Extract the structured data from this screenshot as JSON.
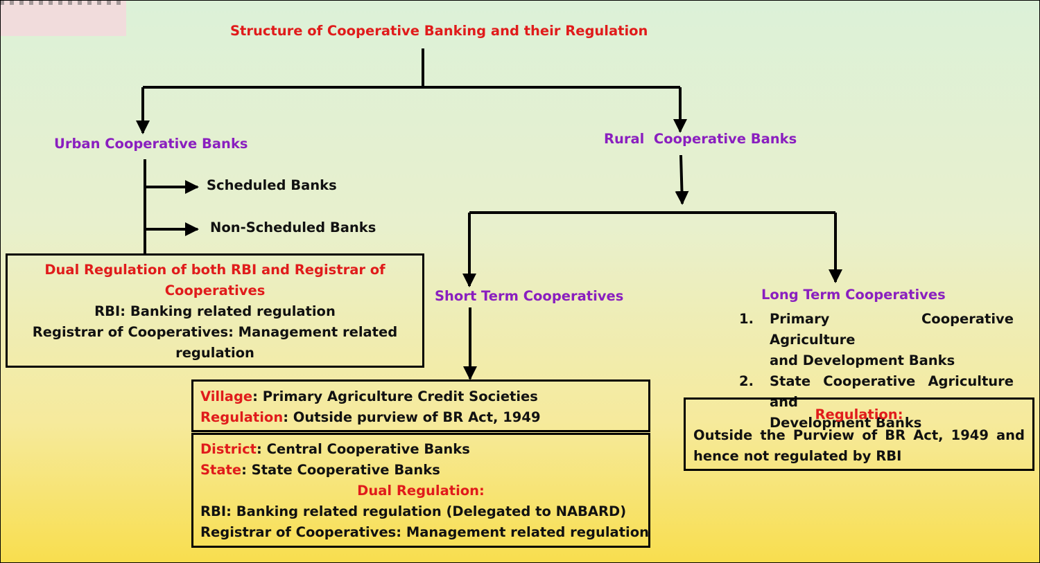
{
  "title": "Structure of Cooperative Banking and their Regulation",
  "urban": {
    "label": "Urban Cooperative Banks",
    "types": [
      "Scheduled Banks",
      "Non-Scheduled Banks"
    ],
    "box": {
      "heading": "Dual Regulation of both RBI and Registrar of Cooperatives",
      "heading_lines": [
        "Dual Regulation of both RBI and Registrar of",
        "Cooperatives"
      ],
      "line1": "RBI: Banking related regulation",
      "line2_lines": [
        "Registrar of Cooperatives: Management related",
        "regulation"
      ]
    }
  },
  "rural": {
    "label": "Rural  Cooperative Banks",
    "short_term": {
      "label": "Short Term Cooperatives",
      "village_box": {
        "village_key": "Village",
        "village_value": ": Primary Agriculture Credit Societies",
        "regulation_key": "Regulation",
        "regulation_value": ": Outside purview of BR Act, 1949"
      },
      "district_box": {
        "district_key": "District",
        "district_value": ": Central Cooperative Banks",
        "state_key": "State",
        "state_value": ": State Cooperative Banks",
        "dual_heading": "Dual Regulation:",
        "rbi_line": "RBI: Banking related regulation (Delegated to NABARD)",
        "registrar_line": "Registrar of Cooperatives: Management related regulation"
      }
    },
    "long_term": {
      "label": "Long Term Cooperatives",
      "items": [
        {
          "num": "1.",
          "lines": [
            "Primary Cooperative Agriculture",
            "and Development Banks"
          ]
        },
        {
          "num": "2.",
          "lines": [
            "State Cooperative Agriculture and",
            "Development Banks"
          ]
        }
      ],
      "regulation_box": {
        "heading": "Regulation:",
        "lines": [
          "Outside the Purview of BR Act, 1949 and",
          "hence not regulated by RBI"
        ]
      }
    }
  },
  "colors": {
    "title": "#e01b1b",
    "category": "#8a1fbf",
    "line": "#000000",
    "background_top": "#dcf1d8",
    "background_bottom": "#f8de4e"
  }
}
